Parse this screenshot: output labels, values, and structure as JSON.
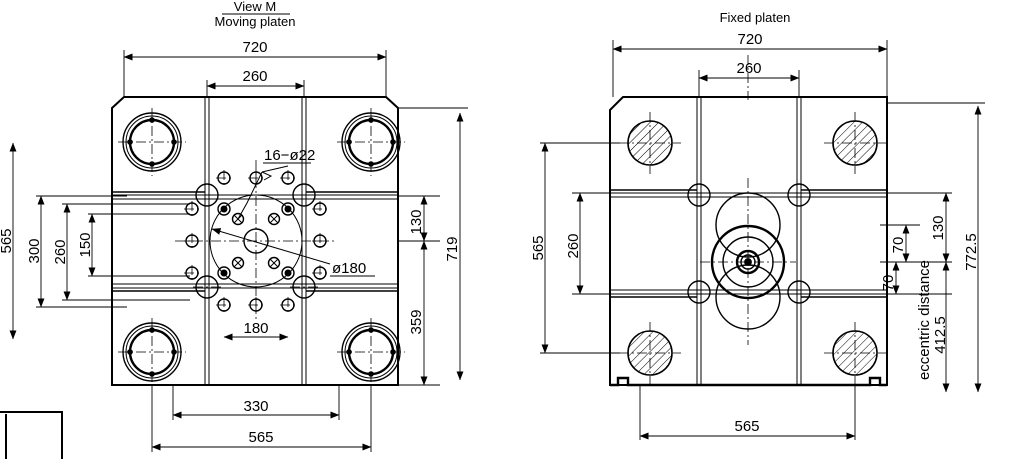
{
  "drawing": {
    "title_left_line1": "View M",
    "title_left_line2": "Moving platen",
    "title_right": "Fixed platen",
    "moving_platen": {
      "dim_top_outer": "720",
      "dim_top_inner": "260",
      "dim_left_outer": "565",
      "dim_left_1": "300",
      "dim_left_2": "260",
      "dim_left_3": "150",
      "dim_right_outer": "719",
      "dim_right_1": "130",
      "dim_right_2": "359",
      "dim_bottom_1": "180",
      "dim_bottom_2": "330",
      "dim_bottom_3": "565",
      "note_holes": "16−ø22",
      "note_bolt_circle": "ø180"
    },
    "fixed_platen": {
      "dim_top_outer": "720",
      "dim_top_inner": "260",
      "dim_left_outer": "565",
      "dim_left_1": "260",
      "dim_right_1": "130",
      "dim_right_2": "70",
      "dim_right_3": "70",
      "label_eccentric": "eccentric distance",
      "dim_right_4": "412.5",
      "dim_right_outer": "772.5",
      "dim_bottom_1": "565"
    },
    "colors": {
      "line": "#000000",
      "background": "#ffffff"
    }
  }
}
